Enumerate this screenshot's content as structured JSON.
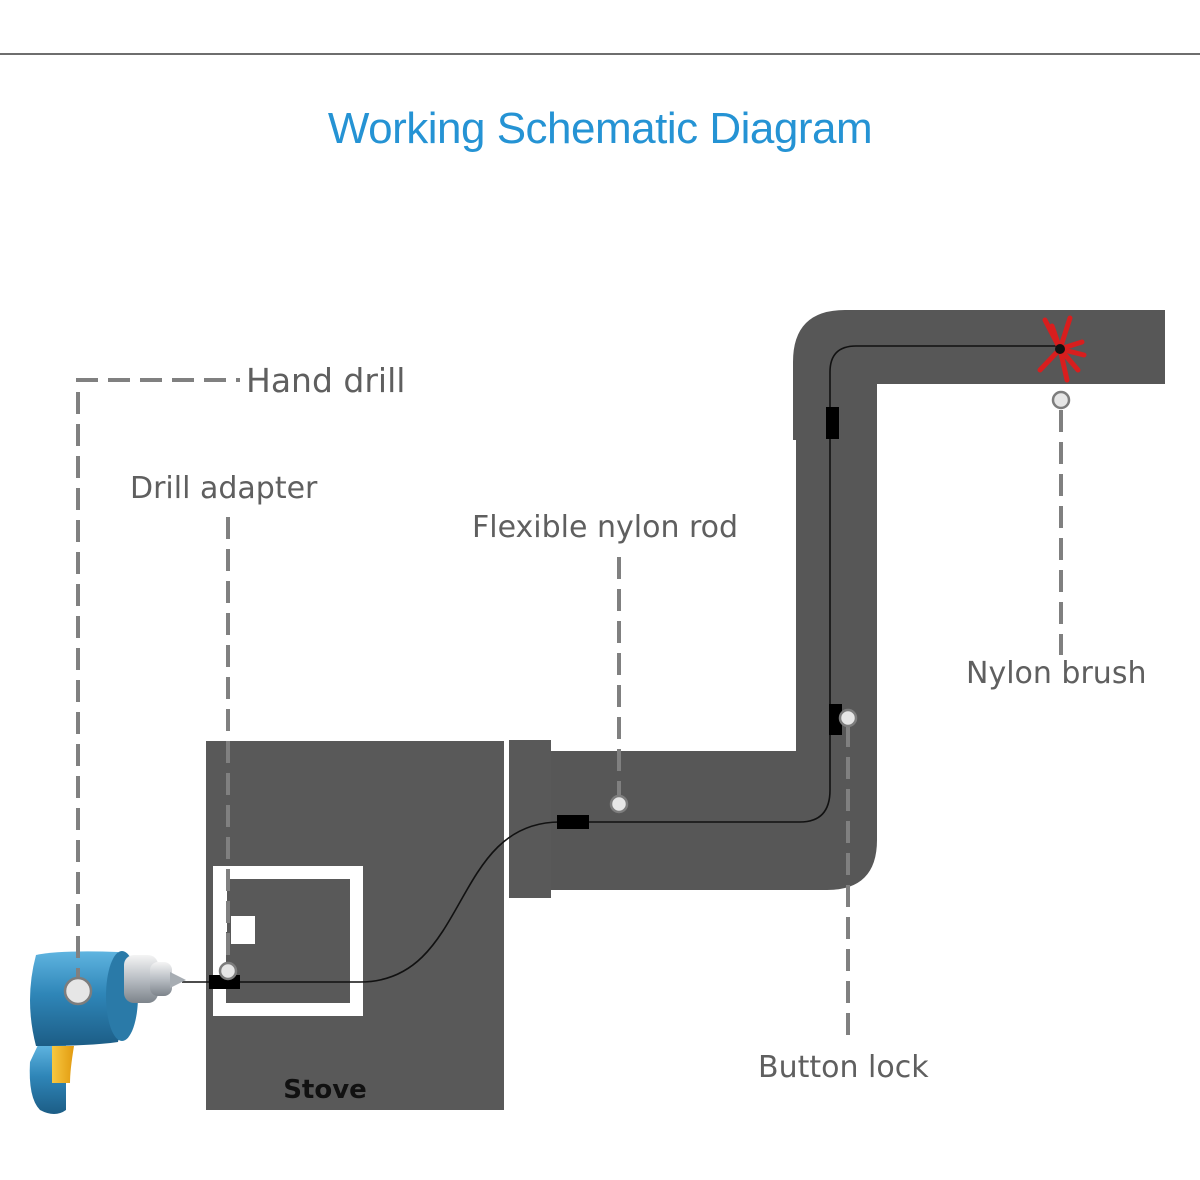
{
  "title": "Working Schematic Diagram",
  "labels": {
    "hand_drill": "Hand drill",
    "drill_adapter": "Drill adapter",
    "flexible_nylon_rod": "Flexible nylon rod",
    "nylon_brush": "Nylon brush",
    "button_lock": "Button lock",
    "stove": "Stove"
  },
  "colors": {
    "title": "#2593d4",
    "pipe": "#575757",
    "stove": "#595959",
    "label_text": "#5f5f5f",
    "leader_line": "#808080",
    "brush": "#d81e1e",
    "drill_body": "#2f86b8",
    "drill_trigger": "#f2b21e"
  },
  "icons": {
    "hand_drill": "hand-drill-icon",
    "nylon_brush": "nylon-brush-icon"
  }
}
